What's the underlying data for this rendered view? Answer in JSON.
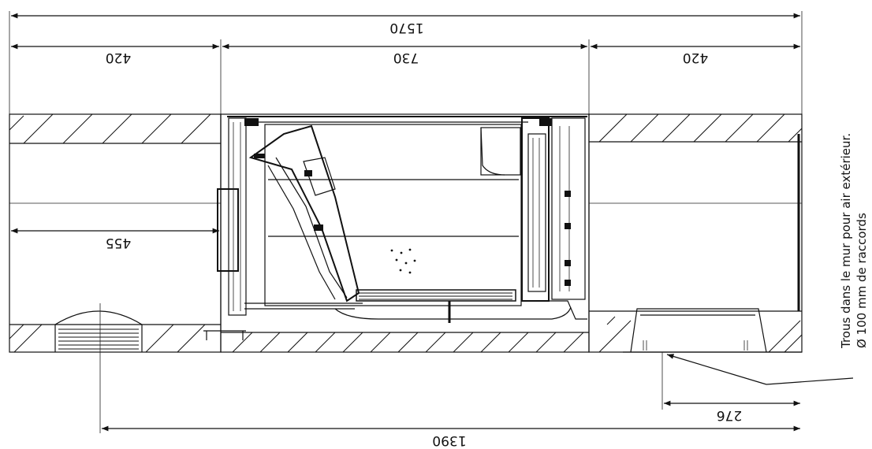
{
  "dimensions": {
    "total_top": "1570",
    "left_wall": "420",
    "middle_unit": "730",
    "right_wall": "420",
    "inner_width": "455",
    "right_offset": "276",
    "bottom_span": "1390"
  },
  "note": {
    "line1": "Trous dans le mur pour air extérieur.",
    "line2": "Ø 100 mm de raccords"
  }
}
